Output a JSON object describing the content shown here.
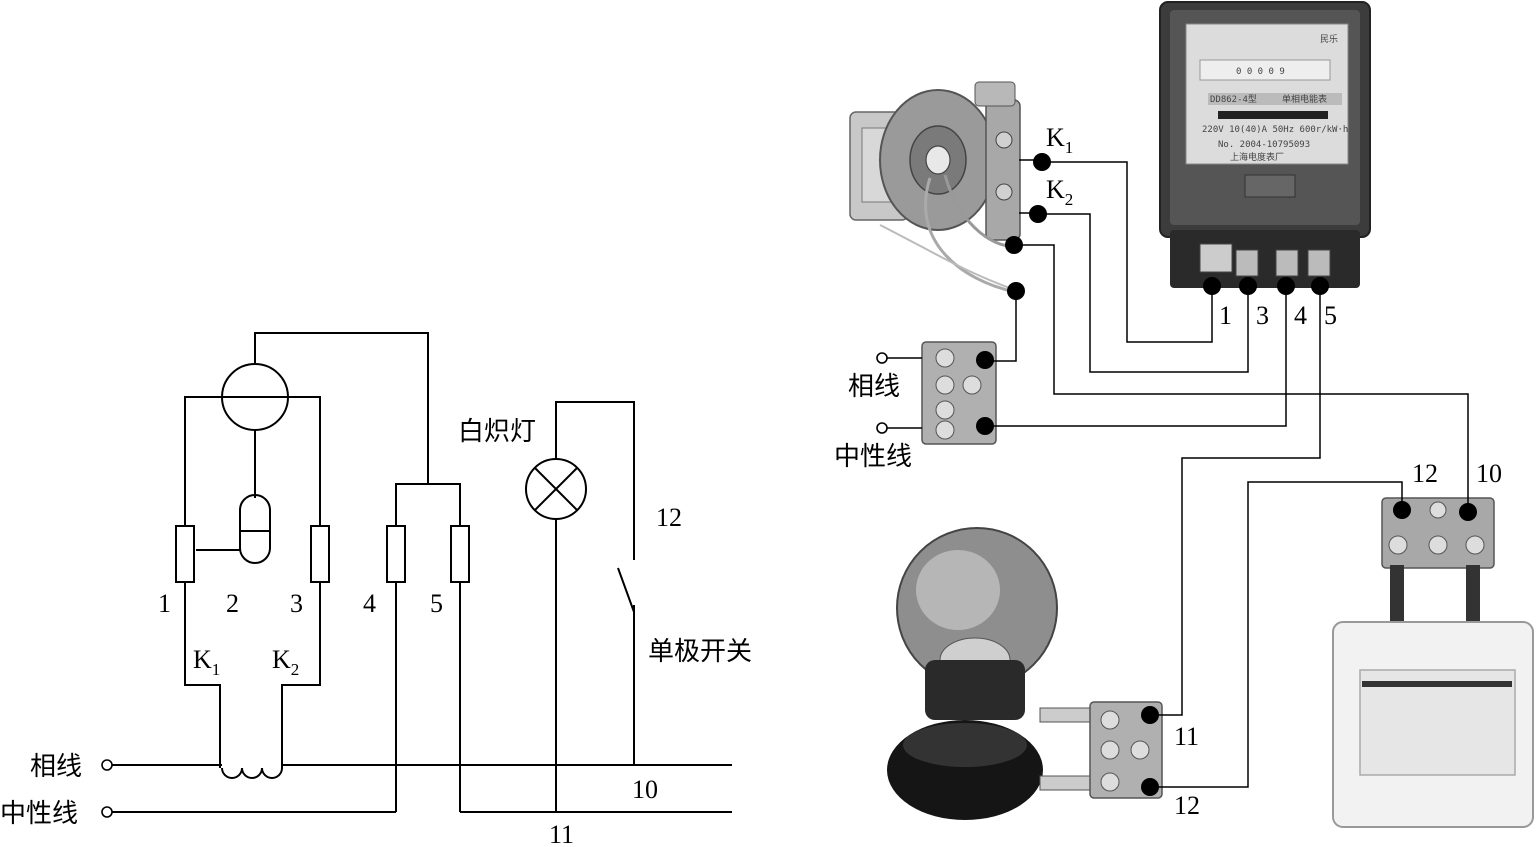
{
  "schematic": {
    "terminals": [
      "1",
      "2",
      "3",
      "4",
      "5"
    ],
    "k1": {
      "base": "K",
      "sub": "1"
    },
    "k2": {
      "base": "K",
      "sub": "2"
    },
    "lamp_label": "白炽灯",
    "switch_label": "单极开关",
    "phase_label": "相线",
    "neutral_label": "中性线",
    "node10": "10",
    "node11": "11",
    "node12": "12"
  },
  "photo": {
    "k1": {
      "base": "K",
      "sub": "1"
    },
    "k2": {
      "base": "K",
      "sub": "2"
    },
    "meter_terminals": [
      "1",
      "3",
      "4",
      "5"
    ],
    "phase_label": "相线",
    "neutral_label": "中性线",
    "node10": "10",
    "node12_top": "12",
    "node11": "11",
    "node12_bottom": "12",
    "meter_model": "DD862-4型",
    "meter_type": "单相电能表",
    "meter_rating": "220V 10(40)A 50Hz 600r/kW·h",
    "meter_serial": "No. 2004-10795093",
    "meter_maker": "上海电度表厂",
    "meter_reading": "0 0 0 0 9",
    "meter_brand": "民乐"
  }
}
